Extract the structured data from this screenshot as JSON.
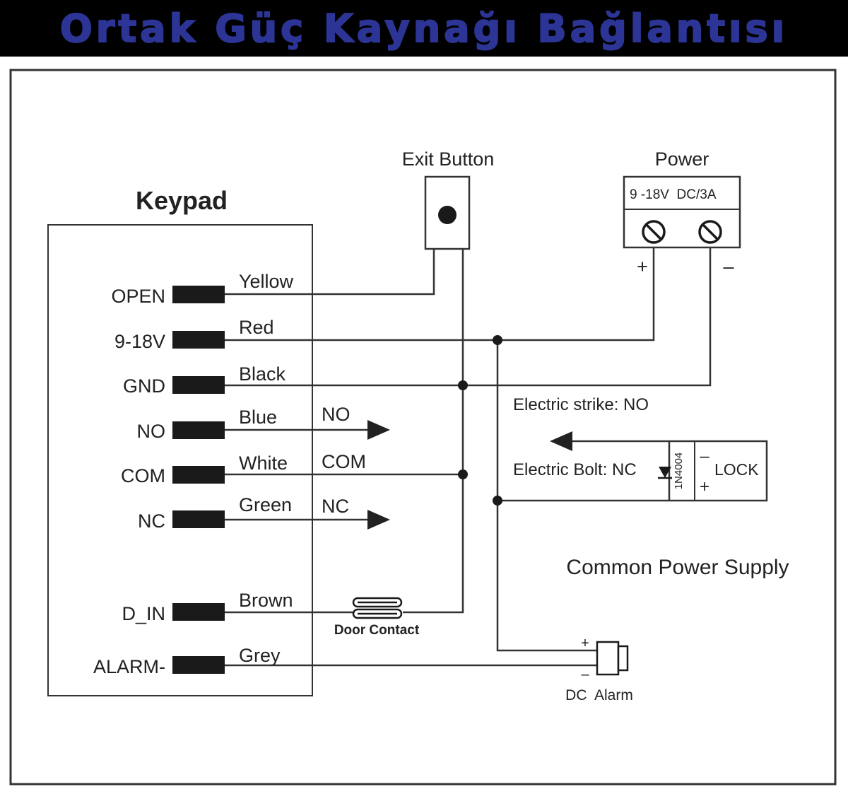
{
  "title": "Ortak Güç Kaynağı Bağlantısı",
  "colors": {
    "title_text": "#2c3596",
    "title_background": "#000000",
    "line": "#333333",
    "text": "#222222"
  },
  "keypad": {
    "label": "Keypad",
    "terminals": {
      "open": "OPEN",
      "v": "9-18V",
      "gnd": "GND",
      "no": "NO",
      "com": "COM",
      "nc": "NC",
      "d_in": "D_IN",
      "alarm": "ALARM-"
    },
    "wires": {
      "open": "Yellow",
      "v": "Red",
      "gnd": "Black",
      "no": "Blue",
      "com": "White",
      "nc": "Green",
      "d_in": "Brown",
      "alarm": "Grey"
    }
  },
  "relay_labels": {
    "no": "NO",
    "com": "COM",
    "nc": "NC"
  },
  "exit_button": {
    "label": "Exit Button"
  },
  "power": {
    "label": "Power",
    "rating": "9 -18V  DC/3A",
    "plus": "+",
    "minus": "–"
  },
  "lock": {
    "strike_label": "Electric strike: NO",
    "bolt_label": "Electric Bolt: NC",
    "diode": "1N4004",
    "minus": "–",
    "plus": "+",
    "label": "LOCK"
  },
  "common_power_supply": "Common Power Supply",
  "door_contact": "Door Contact",
  "alarm": {
    "label": "DC  Alarm",
    "plus": "+",
    "minus": "–"
  }
}
